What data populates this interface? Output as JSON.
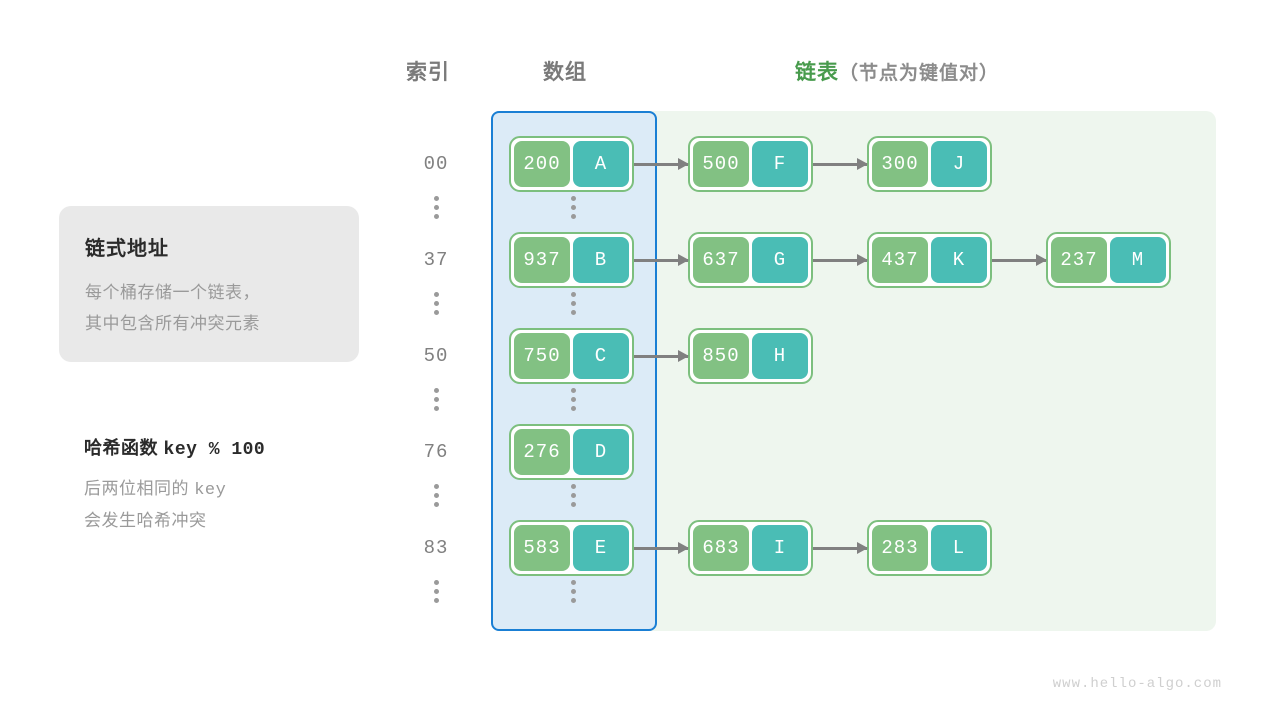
{
  "headers": {
    "index": "索引",
    "array": "数组",
    "list_main": "链表",
    "list_sub": "（节点为键值对）"
  },
  "info_card": {
    "title": "链式地址",
    "line1": "每个桶存储一个链表，",
    "line2": "其中包含所有冲突元素"
  },
  "hash_note": {
    "title_label": "哈希函数",
    "title_expr": "key % 100",
    "line1_a": "后两位相同的",
    "line1_b": "key",
    "line2": "会发生哈希冲突"
  },
  "colors": {
    "key_cell": "#82c183",
    "value_cell": "#4abdb5",
    "node_border": "#7cbf7e",
    "array_panel_bg": "#dcebf7",
    "array_panel_border": "#1a7fd4",
    "list_panel_bg": "#eef6ee",
    "arrow": "#808080",
    "accent_green": "#489b4d",
    "text_gray": "#808080",
    "card_bg": "#e9e9e9"
  },
  "rows": [
    {
      "index": "00",
      "bucket": {
        "key": "200",
        "value": "A"
      },
      "chain": [
        {
          "key": "500",
          "value": "F"
        },
        {
          "key": "300",
          "value": "J"
        }
      ]
    },
    {
      "index": "37",
      "bucket": {
        "key": "937",
        "value": "B"
      },
      "chain": [
        {
          "key": "637",
          "value": "G"
        },
        {
          "key": "437",
          "value": "K"
        },
        {
          "key": "237",
          "value": "M"
        }
      ]
    },
    {
      "index": "50",
      "bucket": {
        "key": "750",
        "value": "C"
      },
      "chain": [
        {
          "key": "850",
          "value": "H"
        }
      ]
    },
    {
      "index": "76",
      "bucket": {
        "key": "276",
        "value": "D"
      },
      "chain": []
    },
    {
      "index": "83",
      "bucket": {
        "key": "583",
        "value": "E"
      },
      "chain": [
        {
          "key": "683",
          "value": "I"
        },
        {
          "key": "283",
          "value": "L"
        }
      ]
    }
  ],
  "ellipsis_glyph": "⋮",
  "watermark": "www.hello-algo.com"
}
